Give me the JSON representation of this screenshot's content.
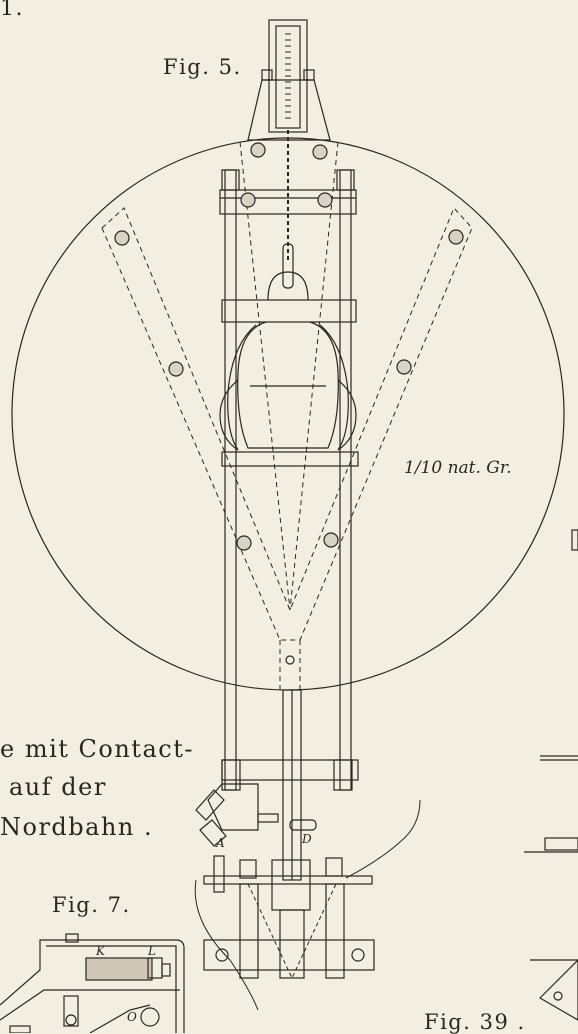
{
  "plate": {
    "corner_label": "1.",
    "fig5_label": "Fig. 5.",
    "scale_label": "1/10 nat. Gr.",
    "caption_lines": [
      "e mit Contact-",
      "auf der",
      "Nordbahn ."
    ],
    "fig7_label": "Fig. 7.",
    "fig39_label": "Fig. 39 .",
    "part_letters": {
      "a": "A",
      "d": "D",
      "k": "K",
      "l": "L",
      "o": "O"
    }
  },
  "colors": {
    "paper": "#f3eee2",
    "ink": "#2b2620"
  }
}
